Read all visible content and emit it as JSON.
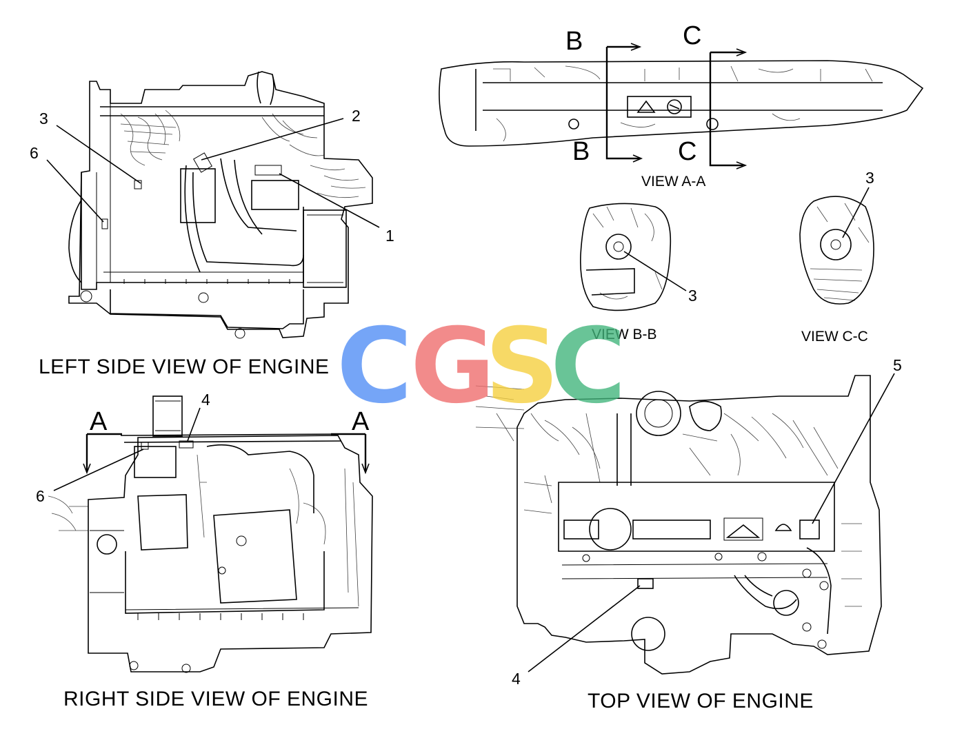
{
  "captions": {
    "left_side": "LEFT SIDE VIEW OF ENGINE",
    "right_side": "RIGHT SIDE VIEW OF ENGINE",
    "top": "TOP VIEW OF ENGINE",
    "view_aa": "VIEW A-A",
    "view_bb": "VIEW B-B",
    "view_cc": "VIEW C-C"
  },
  "section_markers": {
    "a_left": "A",
    "a_right": "A",
    "b_top": "B",
    "b_bottom": "B",
    "c_top": "C",
    "c_bottom": "C"
  },
  "callouts": {
    "left_1": "1",
    "left_2": "2",
    "left_3": "3",
    "left_6": "6",
    "right_4": "4",
    "right_6": "6",
    "view_bb_3": "3",
    "view_cc_3": "3",
    "top_4": "4",
    "top_5": "5"
  },
  "watermark": {
    "letters": [
      "C",
      "G",
      "S",
      "C"
    ],
    "colors": [
      "#4f8df5",
      "#ef6b6b",
      "#f5cf3c",
      "#40b47a"
    ]
  }
}
